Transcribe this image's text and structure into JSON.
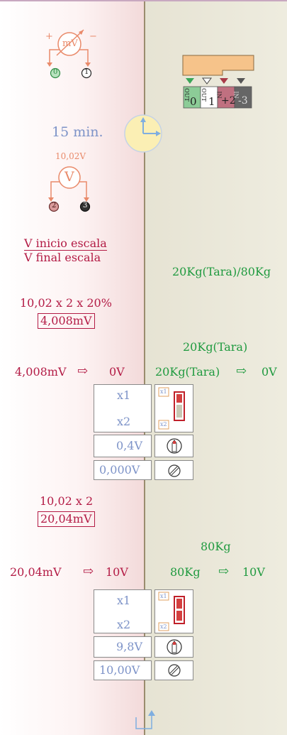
{
  "meter_mv": {
    "symbol": "mV",
    "plus": "+",
    "minus": "−",
    "terminals": [
      "0",
      "1"
    ]
  },
  "connector": {
    "pins": [
      {
        "label": "OUT",
        "number": "0",
        "color": "#3aa657"
      },
      {
        "label": "OUT",
        "number": "1",
        "color": "#ffffff"
      },
      {
        "label": "IN",
        "number": "+2",
        "color": "#a83a48"
      },
      {
        "label": "IN",
        "number": "-3",
        "color": "#555555"
      }
    ]
  },
  "wait_time": "15 min.",
  "meter_v": {
    "symbol": "V",
    "reading": "10,02V",
    "terminals": [
      "2",
      "3"
    ]
  },
  "ratio": {
    "numerator": "V inicio escala",
    "denominator": "V final escala"
  },
  "range_label": "20Kg(Tara)/80Kg",
  "zero": {
    "calc": "10,02 x 2 x 20%",
    "result": "4,008mV",
    "load": "20Kg(Tara)",
    "signal": "4,008mV",
    "signal_out": "0V",
    "load_map": "20Kg(Tara)",
    "load_out": "0V",
    "gain_options": [
      "x1",
      "x2"
    ],
    "switch_labels": [
      "x1",
      "x2"
    ],
    "pot_setting": "0,4V",
    "reading": "0,000V"
  },
  "span": {
    "calc": "10,02 x 2",
    "result": "20,04mV",
    "load": "80Kg",
    "signal": "20,04mV",
    "signal_out": "10V",
    "load_map": "80Kg",
    "load_out": "10V",
    "gain_options": [
      "x1",
      "x2"
    ],
    "switch_labels": [
      "x1",
      "x2"
    ],
    "pot_setting": "9,8V",
    "reading": "10,00V"
  },
  "arrow_glyph": "⇨",
  "icons": [
    "clock-icon",
    "pot-dial-icon",
    "trim-screw-icon",
    "dip-switch-icon",
    "return-arrow-icon"
  ]
}
